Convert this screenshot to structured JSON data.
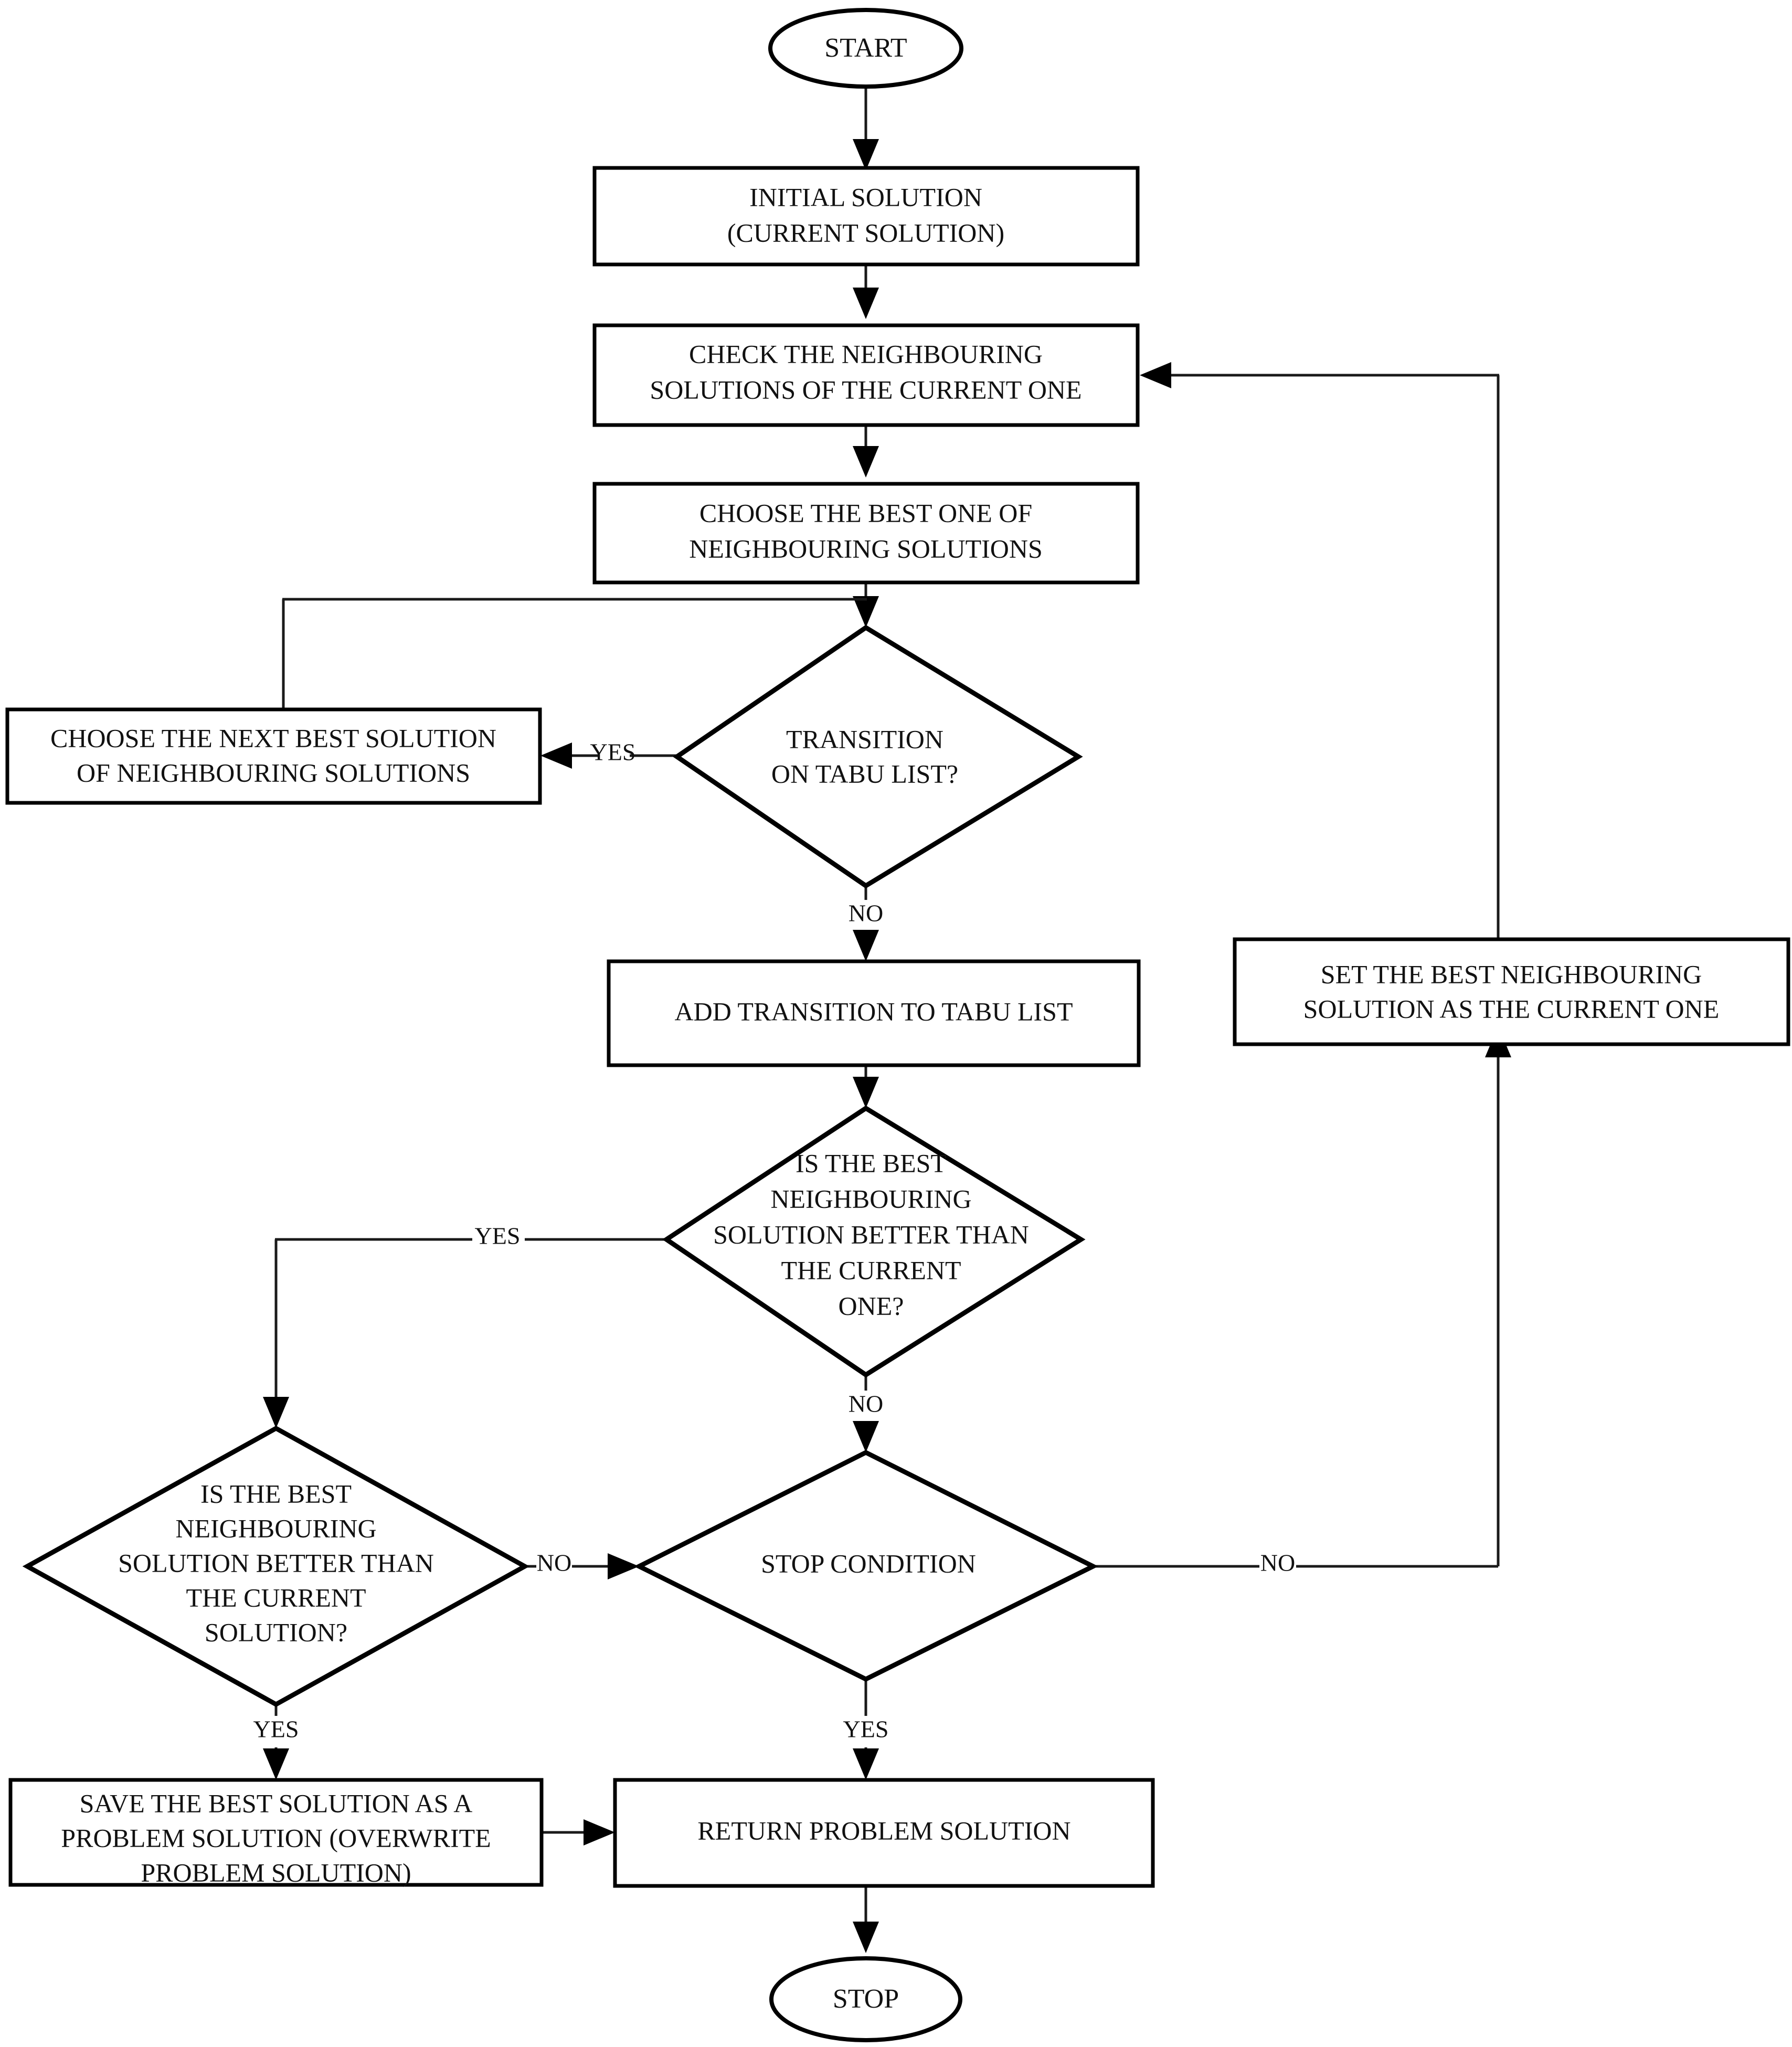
{
  "diagram": {
    "type": "flowchart",
    "title": "Tabu Search Algorithm Flowchart",
    "colors": {
      "background": "#ffffff",
      "stroke": "#000000",
      "line": "#1a1a1a",
      "text": "#111111"
    }
  },
  "nodes": {
    "start": {
      "shape": "ellipse",
      "label": "START"
    },
    "initial_solution": {
      "shape": "process",
      "line1": "INITIAL SOLUTION",
      "line2": "(CURRENT SOLUTION)"
    },
    "check_neighbours": {
      "shape": "process",
      "line1": "CHECK THE NEIGHBOURING",
      "line2": "SOLUTIONS OF THE CURRENT ONE"
    },
    "choose_best": {
      "shape": "process",
      "line1": "CHOOSE THE BEST ONE OF",
      "line2": "NEIGHBOURING SOLUTIONS"
    },
    "choose_next_best": {
      "shape": "process",
      "line1": "CHOOSE THE NEXT BEST SOLUTION",
      "line2": "OF NEIGHBOURING SOLUTIONS"
    },
    "tabu_check": {
      "shape": "decision",
      "line1": "TRANSITION",
      "line2": "ON TABU LIST?"
    },
    "add_tabu": {
      "shape": "process",
      "line1": "ADD TRANSITION TO TABU LIST"
    },
    "set_current": {
      "shape": "process",
      "line1": "SET THE BEST NEIGHBOURING",
      "line2": "SOLUTION AS THE CURRENT ONE"
    },
    "better_than_current_one": {
      "shape": "decision",
      "line1": "IS THE BEST",
      "line2": "NEIGHBOURING",
      "line3": "SOLUTION BETTER THAN",
      "line4": "THE CURRENT",
      "line5": "ONE?"
    },
    "better_than_current_solution": {
      "shape": "decision",
      "line1": "IS THE BEST",
      "line2": "NEIGHBOURING",
      "line3": "SOLUTION BETTER THAN",
      "line4": "THE CURRENT",
      "line5": "SOLUTION?"
    },
    "stop_condition": {
      "shape": "decision",
      "line1": "STOP CONDITION"
    },
    "save_best": {
      "shape": "process",
      "line1": "SAVE THE BEST SOLUTION AS A",
      "line2": "PROBLEM SOLUTION (OVERWRITE",
      "line3": "PROBLEM SOLUTION)"
    },
    "return_solution": {
      "shape": "process",
      "line1": "RETURN PROBLEM SOLUTION"
    },
    "stop": {
      "shape": "ellipse",
      "label": "STOP"
    }
  },
  "edge_labels": {
    "tabu_yes": "YES",
    "tabu_no": "NO",
    "better_one_yes": "YES",
    "better_one_no": "NO",
    "better_solution_no": "NO",
    "better_solution_yes": "YES",
    "stop_condition_no": "NO",
    "stop_condition_yes": "YES"
  }
}
